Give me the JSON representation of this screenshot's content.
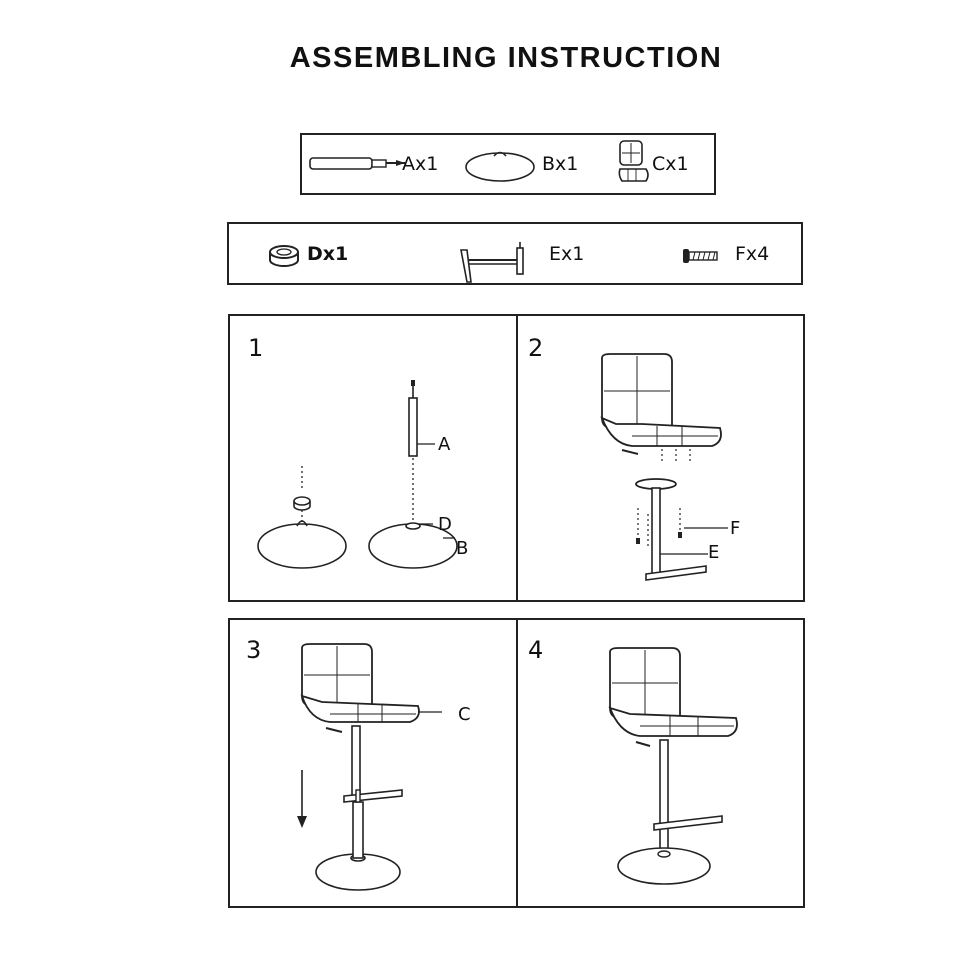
{
  "title": "ASSEMBLING INSTRUCTION",
  "parts_row1": [
    {
      "icon": "gas-lift-icon",
      "label": "Ax1"
    },
    {
      "icon": "base-plate-icon",
      "label": "Bx1"
    },
    {
      "icon": "seat-icon",
      "label": "Cx1"
    }
  ],
  "parts_row2": [
    {
      "icon": "cap-ring-icon",
      "label": "Dx1"
    },
    {
      "icon": "footrest-mechanism-icon",
      "label": "Ex1"
    },
    {
      "icon": "screw-icon",
      "label": "Fx4"
    }
  ],
  "steps": [
    {
      "number": "1",
      "callouts": [
        "A",
        "D",
        "B"
      ]
    },
    {
      "number": "2",
      "callouts": [
        "F",
        "E"
      ]
    },
    {
      "number": "3",
      "callouts": [
        "C"
      ]
    },
    {
      "number": "4",
      "callouts": []
    }
  ]
}
